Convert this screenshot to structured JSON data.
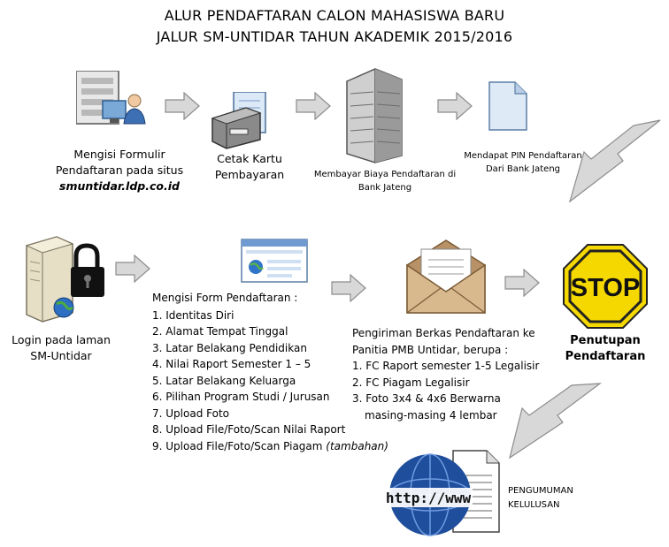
{
  "title": {
    "line1": "ALUR PENDAFTARAN CALON MAHASISWA BARU",
    "line2": "JALUR SM-UNTIDAR TAHUN AKADEMIK 2015/2016"
  },
  "steps": {
    "form": {
      "line1": "Mengisi Formulir",
      "line2": "Pendaftaran pada situs",
      "site": "smuntidar.ldp.co.id"
    },
    "card": {
      "line1": "Cetak Kartu",
      "line2": "Pembayaran"
    },
    "pay": {
      "line1": "Membayar Biaya Pendaftaran di",
      "line2": "Bank Jateng"
    },
    "pin": {
      "line1": "Mendapat PIN Pendaftaran",
      "line2": "Dari Bank Jateng"
    },
    "login": {
      "line1": "Login pada laman",
      "line2": "SM-Untidar"
    },
    "fill": {
      "heading": "Mengisi Form Pendaftaran :",
      "items": [
        "1. Identitas Diri",
        "2. Alamat Tempat Tinggal",
        "3. Latar Belakang Pendidikan",
        "4. Nilai Raport Semester 1 – 5",
        "5. Latar Belakang Keluarga",
        "6. Pilihan Program Studi / Jurusan",
        "7. Upload Foto",
        "8. Upload File/Foto/Scan Nilai Raport"
      ],
      "item9": "9. Upload File/Foto/Scan Piagam",
      "item9_note": "(tambahan)"
    },
    "send": {
      "line1": "Pengiriman Berkas Pendaftaran ke",
      "line2": "Panitia PMB Untidar, berupa :",
      "items": [
        "1. FC Raport semester 1-5 Legalisir",
        "2. FC Piagam Legalisir",
        "3. Foto 3x4 & 4x6 Berwarna"
      ],
      "item3_cont": "masing-masing 4 lembar"
    },
    "close": {
      "line1": "Penutupan",
      "line2": "Pendaftaran",
      "sign": "STOP"
    },
    "announce": {
      "line1": "PENGUMUMAN",
      "line2": "KELULUSAN",
      "globe_text": "http://www"
    }
  },
  "colors": {
    "arrow_fill": "#d8d8d8",
    "arrow_stroke": "#8c8c8c",
    "stop_yellow": "#f5d800",
    "stop_red": "#d42020",
    "envelope": "#c9a77a",
    "globe_blue": "#1f4e9c"
  }
}
